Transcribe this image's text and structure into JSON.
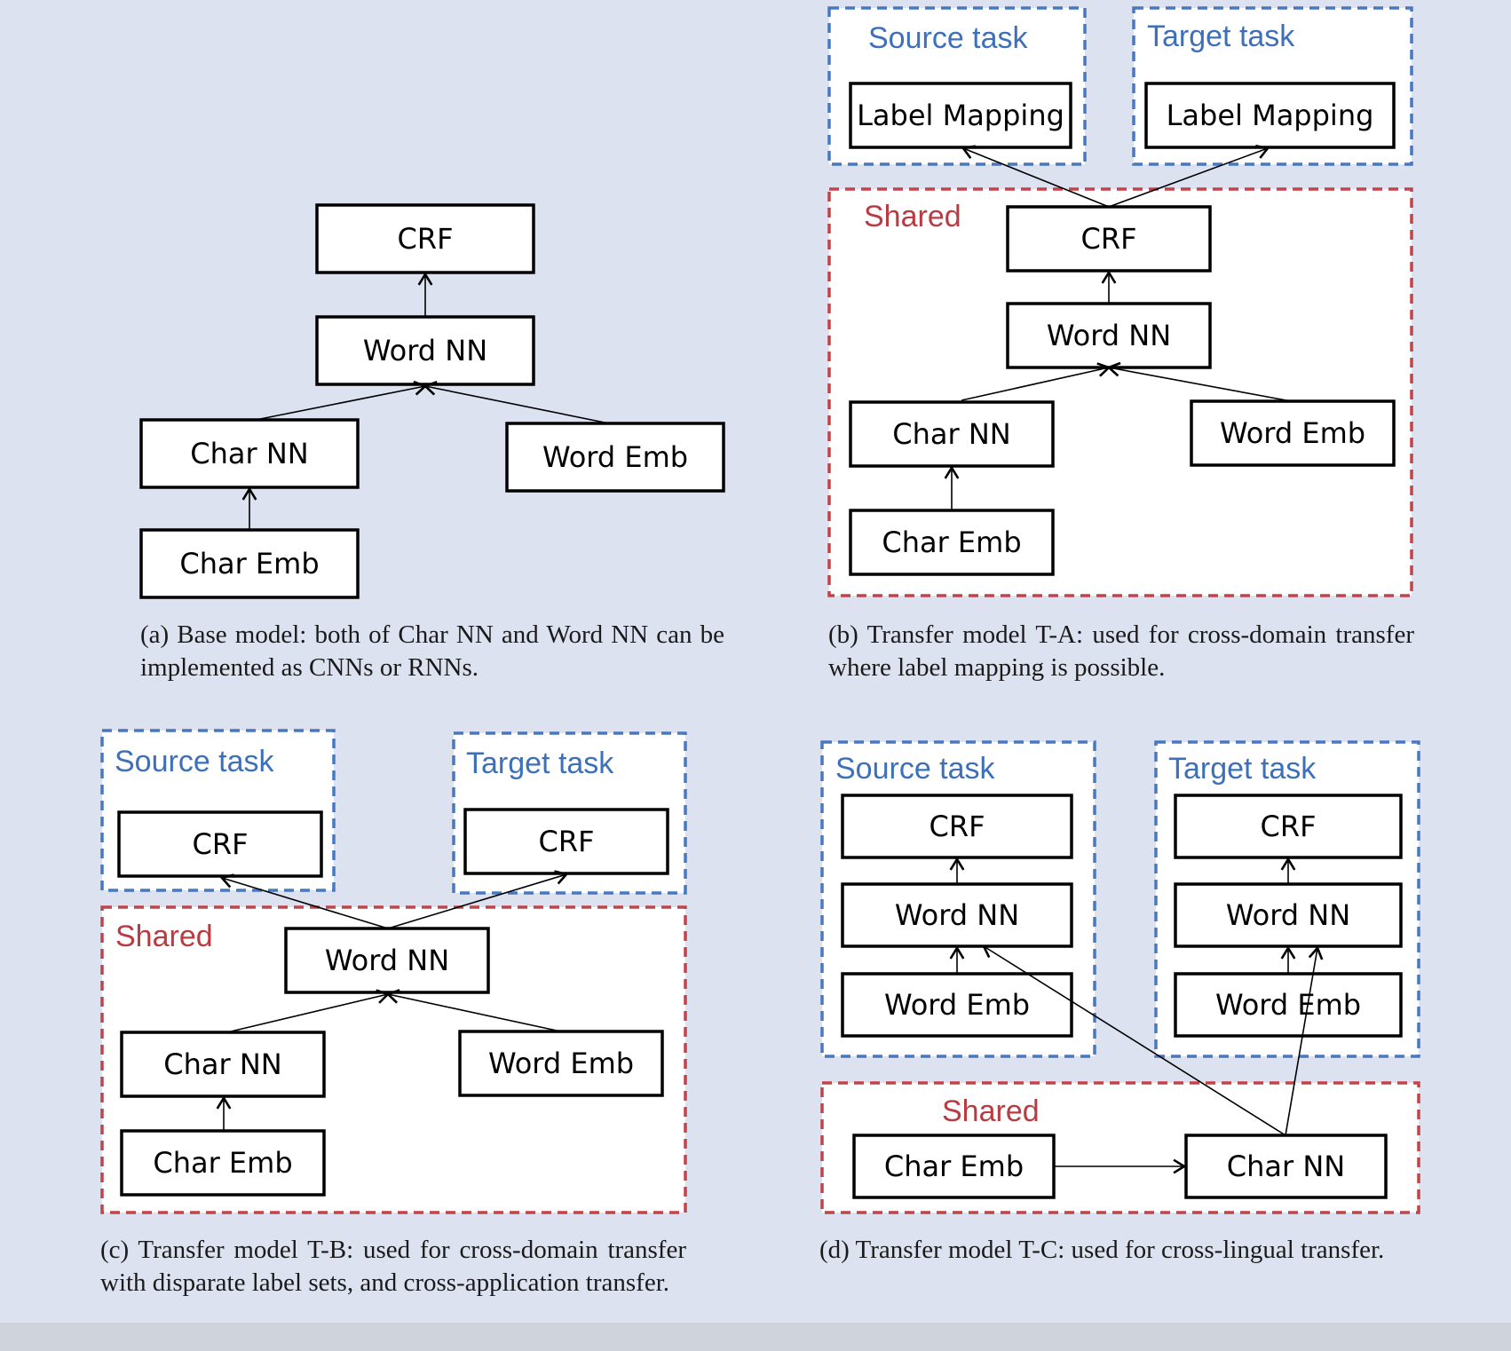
{
  "labels": {
    "crf": "CRF",
    "word_nn": "Word NN",
    "char_nn": "Char NN",
    "word_emb": "Word Emb",
    "char_emb": "Char Emb",
    "label_mapping": "Label Mapping",
    "source_task": "Source task",
    "target_task": "Target task",
    "shared": "Shared"
  },
  "colors": {
    "task_region": "#4a78be",
    "shared_region": "#c0444a",
    "background": "#dde2f0"
  },
  "captions": {
    "a": "(a)  Base model:  both of Char NN and Word NN can be implemented as CNNs or RNNs.",
    "b": "(b)  Transfer model T-A:  used for cross-domain transfer where label mapping is possible.",
    "c": "(c)  Transfer model T-B:  used for cross-domain transfer with disparate label sets, and cross-application transfer.",
    "d": "(d)  Transfer model T-C: used for cross-lingual transfer."
  }
}
